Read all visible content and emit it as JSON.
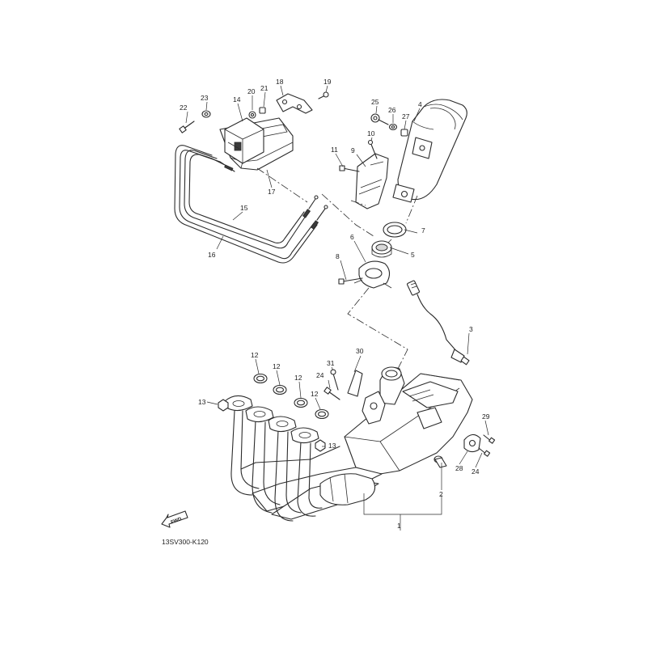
{
  "diagram": {
    "figure_code": "13SV300-K120",
    "fwd_label": "FWD",
    "callouts": [
      {
        "id": "c1",
        "label": "1"
      },
      {
        "id": "c2",
        "label": "2"
      },
      {
        "id": "c3",
        "label": "3"
      },
      {
        "id": "c4",
        "label": "4"
      },
      {
        "id": "c5",
        "label": "5"
      },
      {
        "id": "c6",
        "label": "6"
      },
      {
        "id": "c7",
        "label": "7"
      },
      {
        "id": "c8",
        "label": "8"
      },
      {
        "id": "c9",
        "label": "9"
      },
      {
        "id": "c10",
        "label": "10"
      },
      {
        "id": "c11",
        "label": "11"
      },
      {
        "id": "c12a",
        "label": "12"
      },
      {
        "id": "c12b",
        "label": "12"
      },
      {
        "id": "c12c",
        "label": "12"
      },
      {
        "id": "c12d",
        "label": "12"
      },
      {
        "id": "c13a",
        "label": "13"
      },
      {
        "id": "c13b",
        "label": "13"
      },
      {
        "id": "c14",
        "label": "14"
      },
      {
        "id": "c15",
        "label": "15"
      },
      {
        "id": "c16",
        "label": "16"
      },
      {
        "id": "c17",
        "label": "17"
      },
      {
        "id": "c18",
        "label": "18"
      },
      {
        "id": "c19",
        "label": "19"
      },
      {
        "id": "c20",
        "label": "20"
      },
      {
        "id": "c21",
        "label": "21"
      },
      {
        "id": "c22",
        "label": "22"
      },
      {
        "id": "c23",
        "label": "23"
      },
      {
        "id": "c24a",
        "label": "24"
      },
      {
        "id": "c24b",
        "label": "24"
      },
      {
        "id": "c25",
        "label": "25"
      },
      {
        "id": "c26",
        "label": "26"
      },
      {
        "id": "c27",
        "label": "27"
      },
      {
        "id": "c28",
        "label": "28"
      },
      {
        "id": "c29",
        "label": "29"
      },
      {
        "id": "c30",
        "label": "30"
      },
      {
        "id": "c31",
        "label": "31"
      }
    ]
  }
}
